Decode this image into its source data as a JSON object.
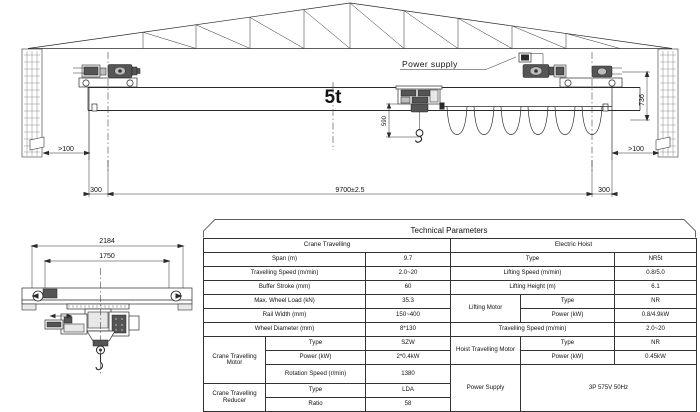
{
  "drawing": {
    "title": "Technical Parameters",
    "capacity_label": "5t",
    "annotations": {
      "power_supply": "Power supply",
      "height_736": "736",
      "hook_height_590": "590",
      "span_dim": "9700±2.5",
      "end_left": "300",
      "end_right": "300",
      "clearance_left": ">100",
      "clearance_right": ">100",
      "side_width_outer": "2184",
      "side_width_inner": "1750"
    }
  },
  "table": {
    "title": "Technical Parameters",
    "left_section": "Crane Travelling",
    "right_section": "Electric Hoist",
    "crane_travelling": [
      {
        "label": "Span (m)",
        "value": "9.7"
      },
      {
        "label": "Travelling Speed (m/min)",
        "value": "2.0~20"
      },
      {
        "label": "Buffer Stroke (mm)",
        "value": "60"
      },
      {
        "label": "Max. Wheel Load (kN)",
        "value": "35.3"
      },
      {
        "label": "Rail Width (mm)",
        "value": "150~400"
      },
      {
        "label": "Wheel Diameter (mm)",
        "value": "8*130"
      }
    ],
    "crane_motor": {
      "group": "Crane Travelling Motor",
      "rows": [
        {
          "label": "Type",
          "value": "SZW"
        },
        {
          "label": "Power (kW)",
          "value": "2*0.4kW"
        },
        {
          "label": "Rotation Speed (r/min)",
          "value": "1380"
        }
      ]
    },
    "crane_reducer": {
      "group": "Crane Travelling Reducer",
      "rows": [
        {
          "label": "Type",
          "value": "LDA"
        },
        {
          "label": "Ratio",
          "value": "58"
        }
      ]
    },
    "electric_hoist": [
      {
        "label": "Type",
        "value": "NR5t"
      },
      {
        "label": "Lifting Speed (m/min)",
        "value": "0.8/5.0"
      },
      {
        "label": "Lifting Height (m)",
        "value": "6.1"
      }
    ],
    "lifting_motor": {
      "group": "Lifting Motor",
      "rows": [
        {
          "label": "Type",
          "value": "NR"
        },
        {
          "label": "Power (kW)",
          "value": "0.8/4.9kW"
        }
      ]
    },
    "hoist_travelling_speed": {
      "label": "Travelling Speed (m/min)",
      "value": "2.0~20"
    },
    "hoist_travelling_motor": {
      "group": "Hoist Travelling Motor",
      "rows": [
        {
          "label": "Type",
          "value": "NR"
        },
        {
          "label": "Power (kW)",
          "value": "0.45kW"
        }
      ]
    },
    "power_supply": {
      "label": "Power Supply",
      "value": "3P 575V 50Hz"
    }
  }
}
